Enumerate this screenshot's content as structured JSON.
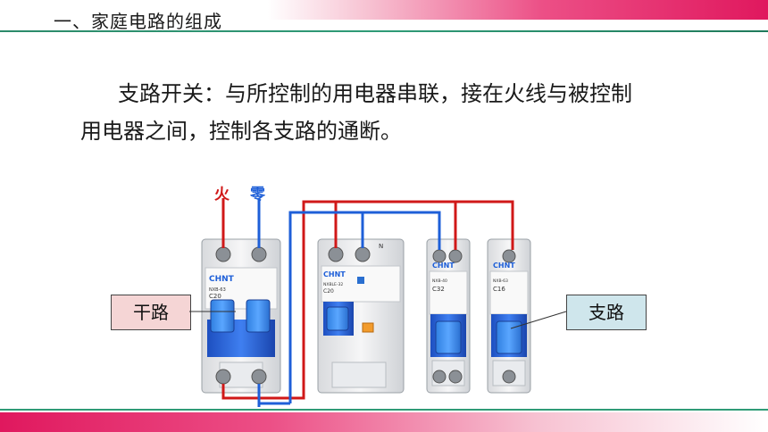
{
  "header": {
    "title": "一、家庭电路的组成"
  },
  "body": {
    "line1": "支路开关：与所控制的用电器串联，接在火线与被控制",
    "line2": "用电器之间，控制各支路的通断。"
  },
  "diagram": {
    "wire_live_label": "火",
    "wire_neutral_label": "零",
    "callout_main": "干路",
    "callout_branch": "支路",
    "breakers": [
      {
        "brand": "CHNT",
        "model": "NXB-63",
        "rating": "C20"
      },
      {
        "brand": "CHNT",
        "model": "NXBLE-32",
        "rating": "C20",
        "terminal_n": "N"
      },
      {
        "brand": "CHNT",
        "model": "NXB-40",
        "rating": "C32"
      },
      {
        "brand": "CHNT",
        "model": "NXB-63",
        "rating": "C16"
      }
    ]
  },
  "colors": {
    "live_wire": "#d01818",
    "neutral_wire": "#1e5fd8",
    "accent_pink": "#e0185e",
    "accent_green": "#2f9b77",
    "callout_main_bg": "#f5d5d5",
    "callout_branch_bg": "#cfe6ec"
  }
}
